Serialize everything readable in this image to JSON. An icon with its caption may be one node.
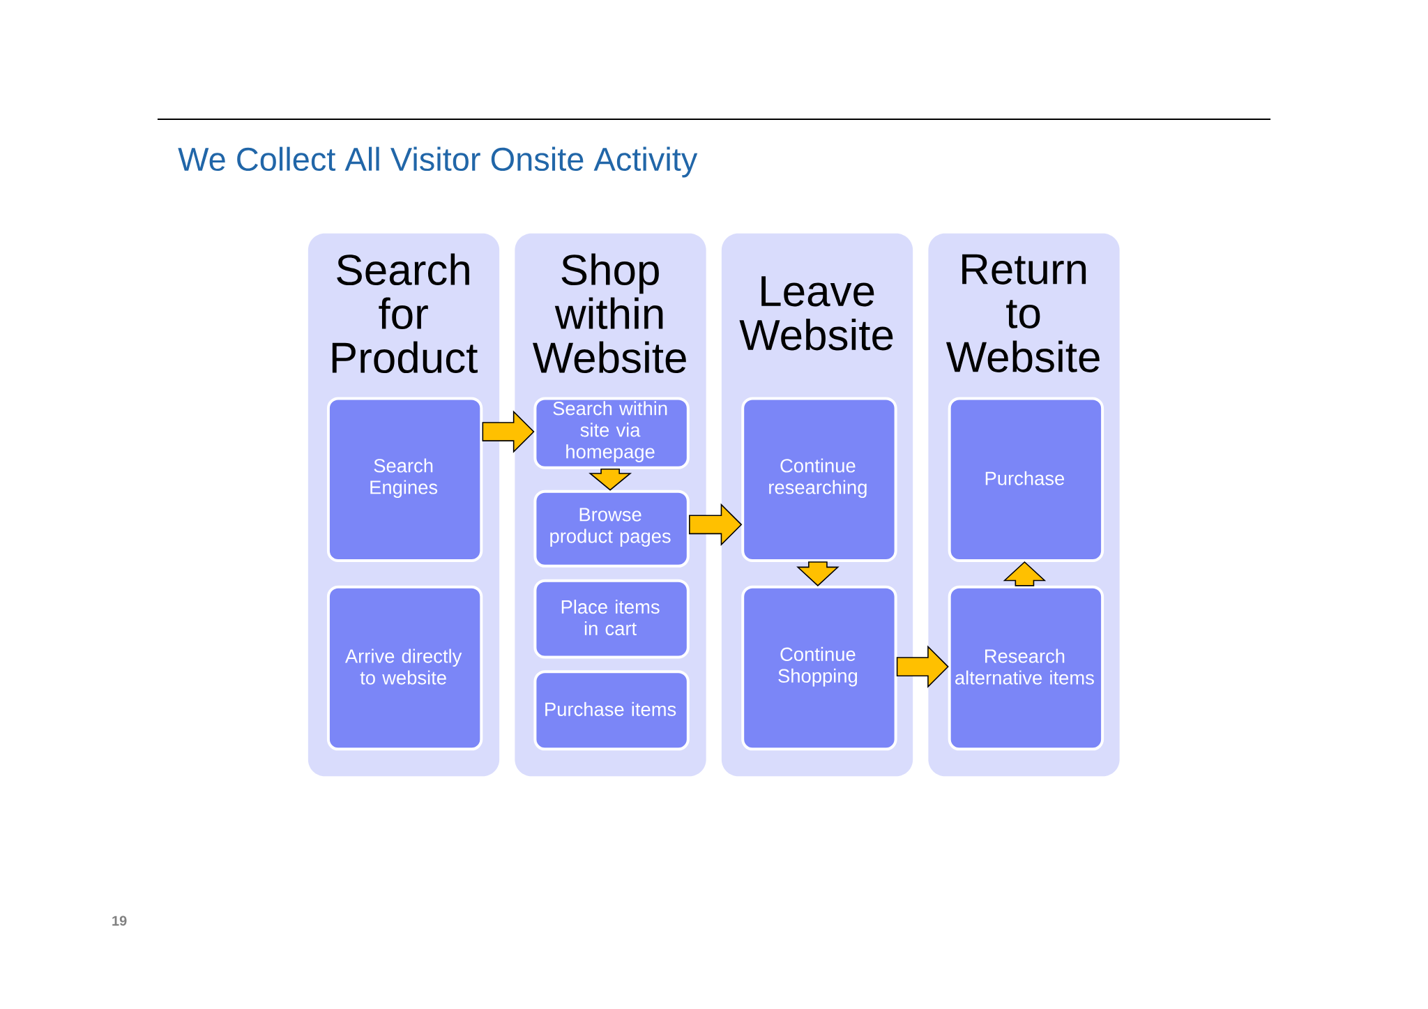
{
  "diagram": {
    "title": "We Collect All Visitor Onsite Activity",
    "nodes": [
      {
        "text": [
          "Search for Product"
        ]
      },
      {
        "text": [
          "Search Engines"
        ],
        "in": 0
      },
      {
        "text": [
          "Arrive directly to website"
        ],
        "in": 0
      },
      {
        "text": [
          "Shop within Website"
        ]
      },
      {
        "text": [
          "Search within site via homepage"
        ],
        "in": 3
      },
      {
        "text": [
          "Browse product pages"
        ],
        "in": 3
      },
      {
        "text": [
          "Place items in cart"
        ],
        "in": 3
      },
      {
        "text": [
          "Purchase items"
        ],
        "in": 3
      },
      {
        "text": [
          "Leave Website"
        ]
      },
      {
        "text": [
          "Continue researching"
        ],
        "in": 8
      },
      {
        "text": [
          "Continue Shopping"
        ],
        "in": 8
      },
      {
        "text": [
          "Return to Website"
        ]
      },
      {
        "text": [
          "Purchase"
        ],
        "in": 11
      },
      {
        "text": [
          "Research alternative items"
        ],
        "in": 11
      }
    ],
    "edges": [
      {
        "from": 1,
        "to": 4,
        "arrow": "to"
      },
      {
        "from": 4,
        "to": 5,
        "arrow": "to"
      },
      {
        "from": 5,
        "to": 9,
        "arrow": "to"
      },
      {
        "from": 9,
        "to": 10,
        "arrow": "to"
      },
      {
        "from": 10,
        "to": 13,
        "arrow": "to"
      },
      {
        "from": 13,
        "to": 12,
        "arrow": "to"
      }
    ],
    "labels": [
      "19"
    ]
  }
}
